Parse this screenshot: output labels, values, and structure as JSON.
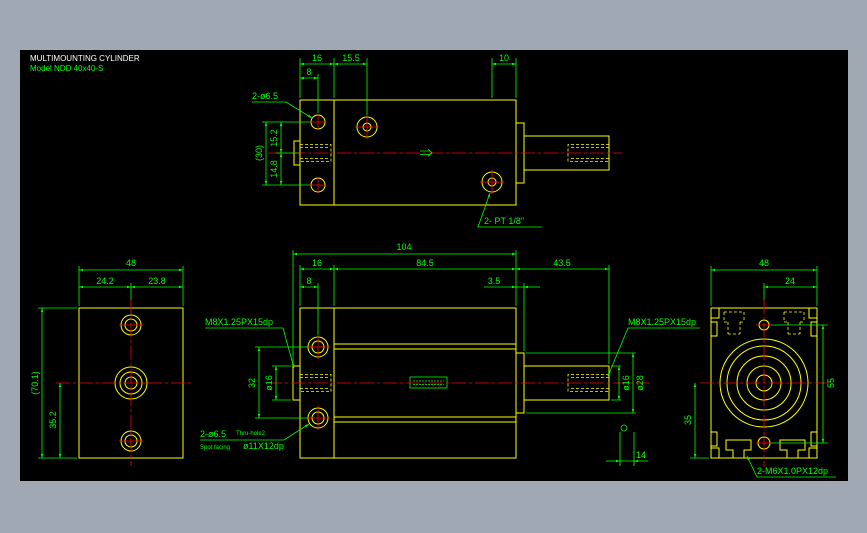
{
  "colors": {
    "background": "#a0a8b3",
    "canvas": "#000000",
    "outline": "#ffff00",
    "dimension": "#00ff00",
    "centerline": "#ff0000",
    "title": "#ffffff"
  },
  "title": "MULTIMOUNTING CYLINDER",
  "model": "Model NDD 40x40-S",
  "top_view": {
    "dim_16": "16",
    "dim_15_5": "15.5",
    "dim_8": "8",
    "dim_10": "10",
    "mount_holes": "2-ø6.5",
    "dim_15_2": "15.2",
    "dim_30": "(30)",
    "dim_14_8": "14.8",
    "ports": "2- PT 1/8\""
  },
  "front_view": {
    "dim_104": "104",
    "dim_16": "16",
    "dim_84_5": "84.5",
    "dim_43_5": "43.5",
    "dim_8": "8",
    "dim_3_5": "3.5",
    "thread_left": "M8X1.25PX15dp",
    "thread_right": "M8X1.25PX15dp",
    "dim_32": "32",
    "dim_d16_left": "ø16",
    "dim_d16_right": "ø16",
    "dim_d28": "ø28",
    "hole_note": "2-ø6.5",
    "hole_note_small": "Thru-hole2",
    "spot_label": "Spot facing",
    "spot_value": "ø11X12dp",
    "dim_14": "14"
  },
  "left_view": {
    "dim_48": "48",
    "dim_24_2": "24.2",
    "dim_23_8": "23.8",
    "dim_70_1": "(70.1)",
    "dim_35_2": "35.2"
  },
  "right_view": {
    "dim_48": "48",
    "dim_24": "24",
    "dim_55": "55",
    "dim_35": "35",
    "tap_note": "2-M6X1.0PX12dp"
  }
}
